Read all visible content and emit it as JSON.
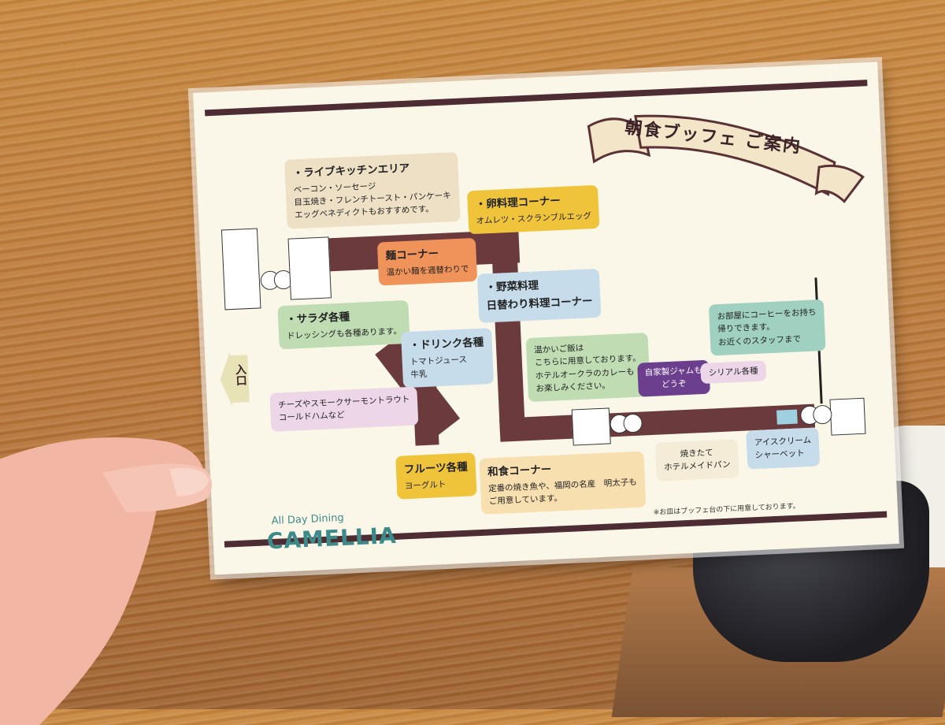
{
  "card": {
    "title": "朝食ブッフェ ご案内",
    "entrance": "入口",
    "logo_sub": "All Day Dining",
    "logo": "CAMELLIA",
    "footnote": "※お皿はブッフェ台の下に用意しております。"
  },
  "bubbles": {
    "live": {
      "head": "・ライブキッチンエリア",
      "lines": [
        "ベーコン・ソーセージ",
        "目玉焼き・フレンチトースト・パンケーキ",
        "エッグベネディクトもおすすめです。"
      ]
    },
    "egg": {
      "head": "・卵料理コーナー",
      "lines": [
        "オムレツ・スクランブルエッグ"
      ]
    },
    "noodle": {
      "head": "麺コーナー",
      "lines": [
        "温かい麺を週替わりで"
      ]
    },
    "veg": {
      "head": "・野菜料理",
      "lines": [
        "日替わり料理コーナー"
      ]
    },
    "salad": {
      "head": "・サラダ各種",
      "lines": [
        "ドレッシングも各種あります。"
      ]
    },
    "drink": {
      "head": "・ドリンク各種",
      "lines": [
        "トマトジュース",
        "牛乳"
      ]
    },
    "cheese": {
      "lines": [
        "チーズやスモークサーモントラウト",
        "コールドハムなど"
      ]
    },
    "rice": {
      "lines": [
        "温かいご飯は",
        "こちらに用意しております。",
        "ホテルオークラのカレーも",
        "お楽しみください。"
      ]
    },
    "coffee": {
      "lines": [
        "お部屋にコーヒーをお持ち",
        "帰りできます。",
        "お近くのスタッフまで"
      ]
    },
    "jam": {
      "lines": [
        "自家製ジャムも",
        "どうぞ"
      ]
    },
    "cereal": {
      "lines": [
        "シリアル各種"
      ]
    },
    "fruit": {
      "head": "フルーツ各種",
      "lines": [
        "ヨーグルト"
      ]
    },
    "washoku": {
      "head": "和食コーナー",
      "lines": [
        "定番の焼き魚や、福岡の名産　明太子も",
        "ご用意しています。"
      ]
    },
    "bread": {
      "lines": [
        "焼きたて",
        "ホテルメイドパン"
      ]
    },
    "icecream": {
      "lines": [
        "アイスクリーム",
        "シャーベット"
      ]
    }
  },
  "colors": {
    "path": "#6a3a3c",
    "tan": "#ede0c4",
    "yellow": "#f0c43a",
    "orange": "#f0935a",
    "blue": "#c6dcea",
    "green": "#bfdcb3",
    "pink": "#ecd6e8",
    "teal": "#9fd0c0",
    "purple": "#6b3f8e",
    "logo": "#3c8a8a"
  }
}
